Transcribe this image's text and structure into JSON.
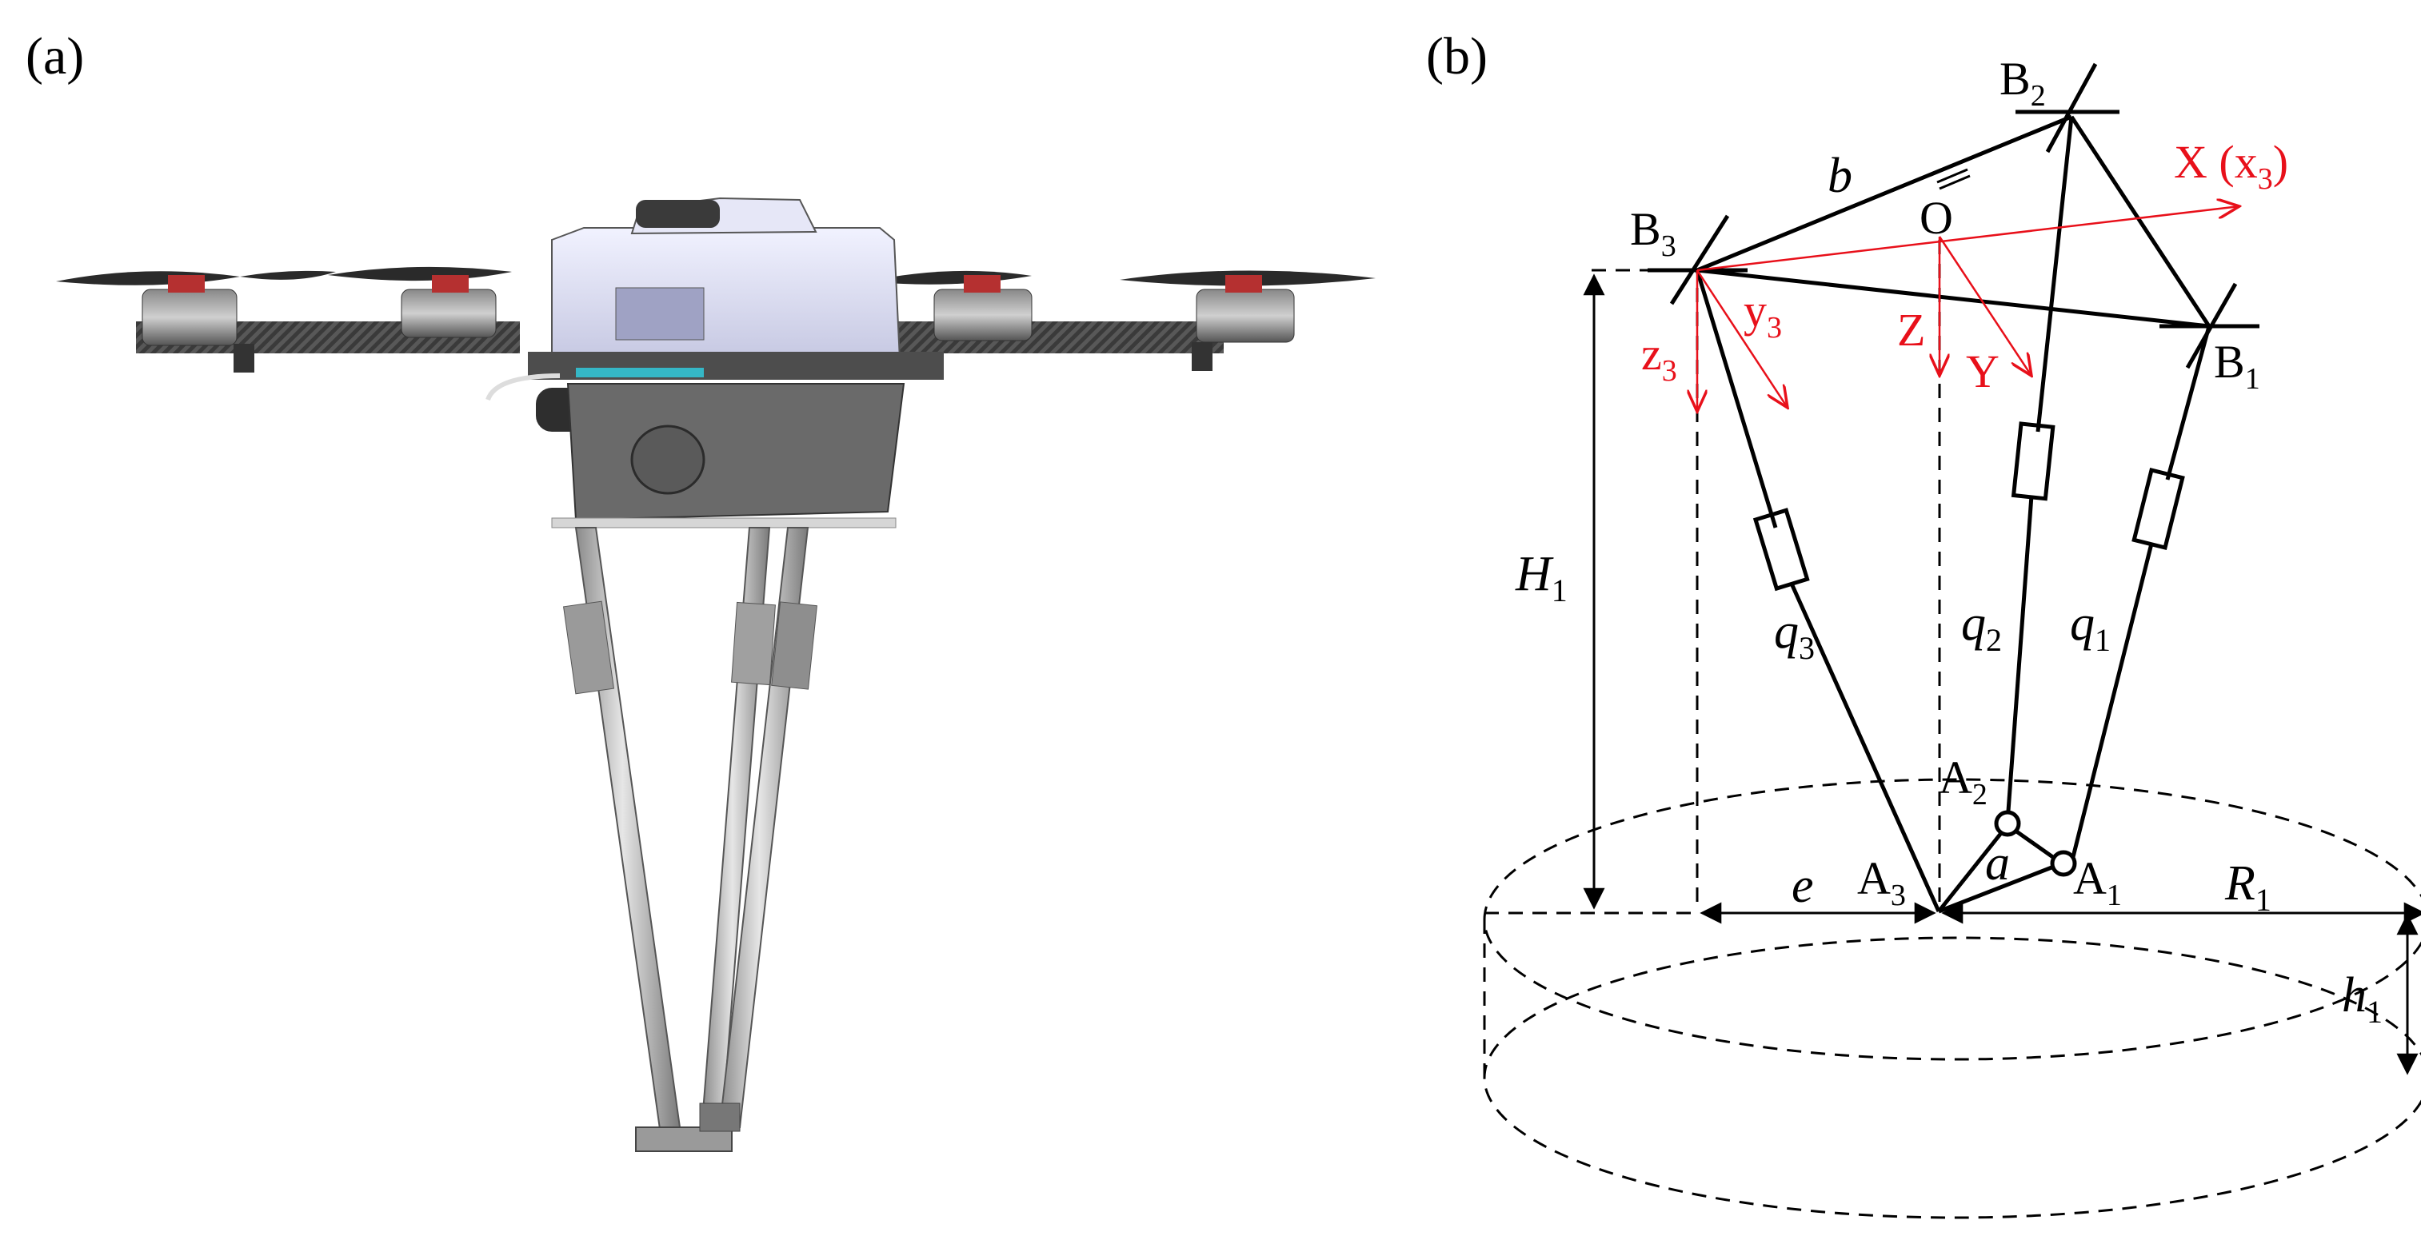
{
  "panels": {
    "a": {
      "label": "(a)"
    },
    "b": {
      "label": "(b)"
    }
  },
  "diagram": {
    "points": {
      "B1": {
        "base": "B",
        "sub": "1"
      },
      "B2": {
        "base": "B",
        "sub": "2"
      },
      "B3": {
        "base": "B",
        "sub": "3"
      },
      "A1": {
        "base": "A",
        "sub": "1"
      },
      "A2": {
        "base": "A",
        "sub": "2"
      },
      "A3": {
        "base": "A",
        "sub": "3"
      },
      "O": "O"
    },
    "dims": {
      "b": "b",
      "a": "a",
      "e": "e",
      "H1": {
        "base": "H",
        "sub": "1"
      },
      "h1": {
        "base": "h",
        "sub": "1"
      },
      "R1": {
        "base": "R",
        "sub": "1"
      }
    },
    "legs": {
      "q1": {
        "base": "q",
        "sub": "1"
      },
      "q2": {
        "base": "q",
        "sub": "2"
      },
      "q3": {
        "base": "q",
        "sub": "3"
      }
    },
    "axes": {
      "X": {
        "text": "X (x",
        "sub": "3",
        "close": ")"
      },
      "Y": "Y",
      "Z": "Z",
      "y3": {
        "base": "y",
        "sub": "3"
      },
      "z3": {
        "base": "z",
        "sub": "3"
      }
    },
    "colors": {
      "axes": "#e8101a",
      "lines": "#000000"
    }
  }
}
